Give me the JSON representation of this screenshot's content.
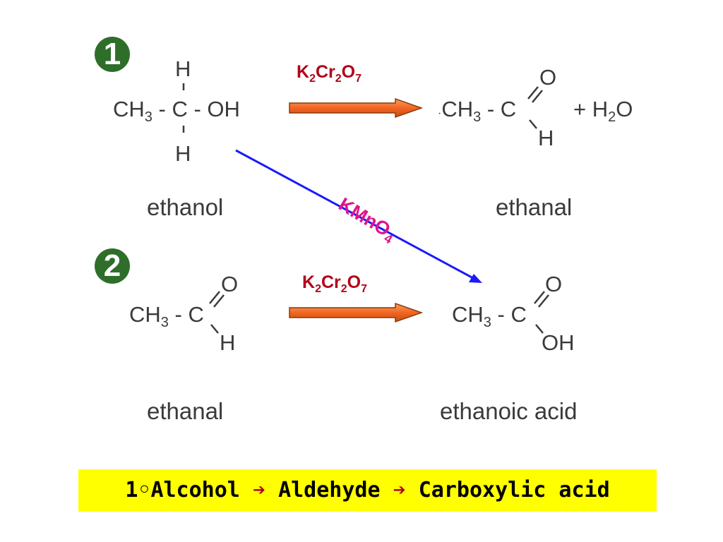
{
  "steps": {
    "one": "1",
    "two": "2"
  },
  "reaction1": {
    "reactant": {
      "h_top": "H",
      "left": "CH",
      "sub3": "3",
      "mid": " - C - OH",
      "h_bottom": "H",
      "name": "ethanol"
    },
    "reagent": {
      "k": "K",
      "s1": "2",
      "cr": "Cr",
      "s2": "2",
      "o": "O",
      "s3": "7"
    },
    "product": {
      "dot": "·",
      "left": "CH",
      "sub3": "3",
      "mid": " - C",
      "o": "O",
      "h": "H",
      "water_plus": "+ H",
      "water_sub": "2",
      "water_o": "O",
      "name": "ethanal"
    }
  },
  "diagonal": {
    "k": "KMnO",
    "s4": "4"
  },
  "reaction2": {
    "reactant": {
      "left": "CH",
      "sub3": "3",
      "mid": " - C",
      "o": "O",
      "h": "H",
      "name": "ethanal"
    },
    "reagent": {
      "k": "K",
      "s1": "2",
      "cr": "Cr",
      "s2": "2",
      "o": "O",
      "s3": "7"
    },
    "product": {
      "left": "CH",
      "sub3": "3",
      "mid": " - C",
      "o": "O",
      "oh": "OH",
      "name": "ethanoic acid"
    }
  },
  "summary": {
    "prefix": "1◦",
    "a": "Alcohol",
    "arrow1": "➔",
    "b": "Aldehyde",
    "arrow2": "➔",
    "c": "Carboxylic acid"
  },
  "colors": {
    "orange_arrow": "#f26522",
    "blue_arrow": "#1a1aff",
    "highlight": "#ffff00",
    "step_circle": "#2e6e2a",
    "reagent_red": "#b3001b",
    "kmno4_pink": "#e0148c"
  }
}
